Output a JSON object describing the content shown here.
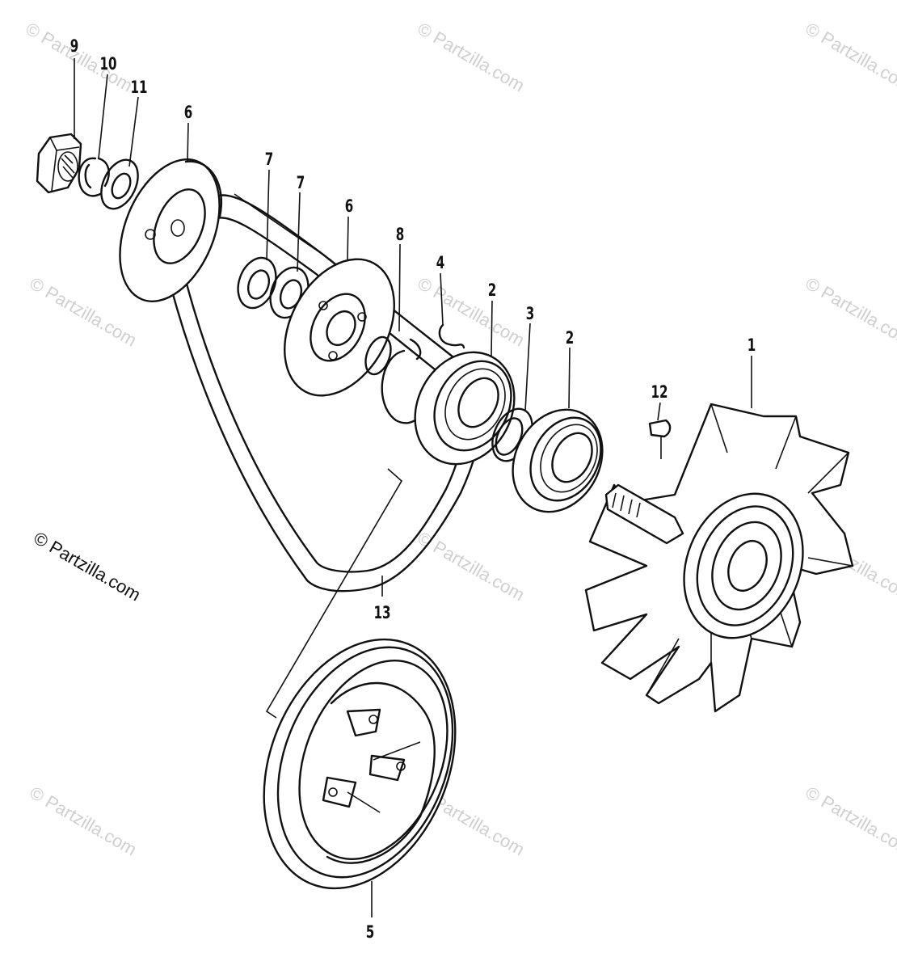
{
  "watermarks": [
    "© Partzilla.com",
    "© Partzilla.com",
    "© Partzilla.com",
    "© Partzilla.com",
    "© Partzilla.com",
    "© Partzilla.com",
    "© Partzilla.com",
    "© Partzilla.com",
    "© Partzilla.com",
    "© Partzilla.com",
    "© Partzilla.com",
    "© Partzilla.com"
  ],
  "copyright": "© Partzilla.com",
  "callouts": {
    "c9": "9",
    "c10": "10",
    "c11": "11",
    "c6a": "6",
    "c6b": "6",
    "c7a": "7",
    "c7b": "7",
    "c8": "8",
    "c4": "4",
    "c2a": "2",
    "c2b": "2",
    "c3": "3",
    "c1": "1",
    "c12": "12",
    "c13": "13",
    "c5": "5"
  },
  "parts": [
    "nut",
    "lock-washer",
    "flat-washer",
    "pulley-half-outer",
    "shim",
    "shim",
    "pulley-half-inner",
    "snap-ring",
    "circlip",
    "bearing",
    "spacer",
    "bearing",
    "fan",
    "woodruff-key",
    "v-belt",
    "drive-pulley"
  ]
}
